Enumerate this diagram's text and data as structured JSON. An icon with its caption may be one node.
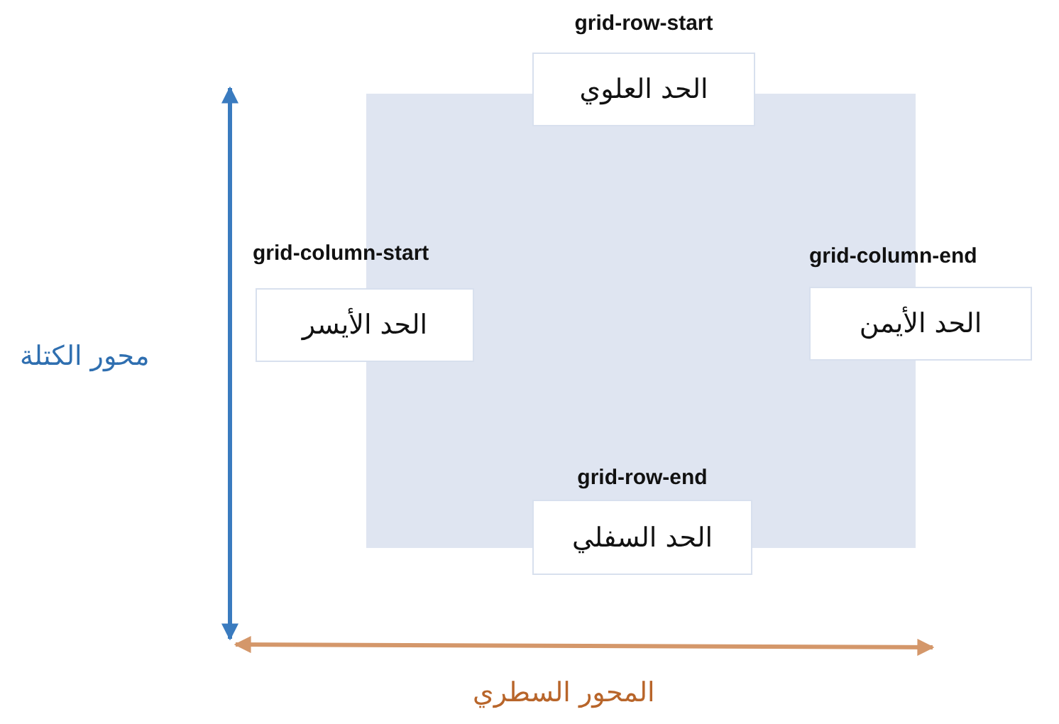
{
  "diagram": {
    "nodes": [
      {
        "text": [
          "grid-row-start",
          "الحد العلوي"
        ]
      },
      {
        "text": [
          "grid-column-start",
          "الحد الأيسر"
        ]
      },
      {
        "text": [
          "grid-column-end",
          "الحد الأيمن"
        ]
      },
      {
        "text": [
          "grid-row-end",
          "الحد السفلي"
        ]
      }
    ],
    "labels": [
      "محور الكتلة",
      "المحور السطري"
    ]
  }
}
